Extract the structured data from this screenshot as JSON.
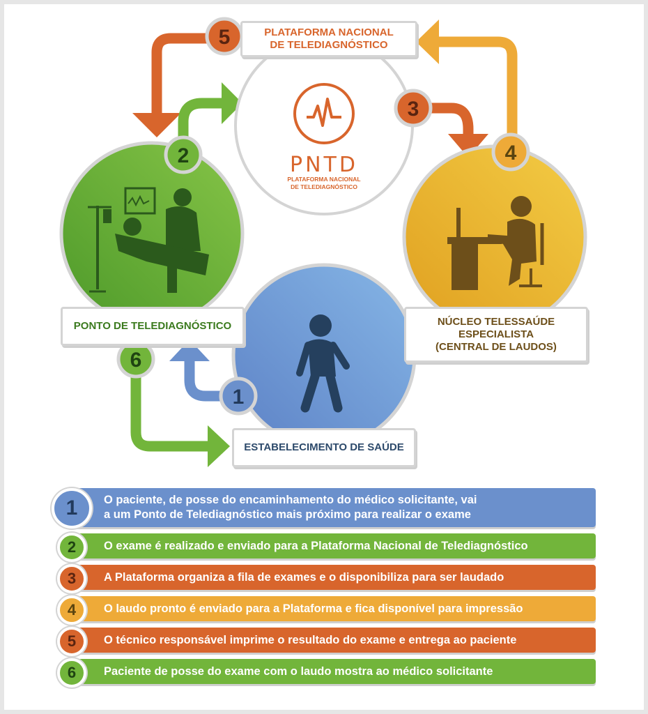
{
  "colors": {
    "orange": "#d8652c",
    "green": "#72b53b",
    "yellow": "#eeaa38",
    "blue": "#6b90cc",
    "dark_blue": "#2d4a6b"
  },
  "center": {
    "title_box": [
      "PLATAFORMA NACIONAL",
      "DE TELEDIAGNÓSTICO"
    ],
    "logo_text": "PNTD",
    "logo_sub": [
      "PLATAFORMA NACIONAL",
      "DE  TELEDIAGNÓSTICO"
    ]
  },
  "nodes": {
    "ponto": "PONTO DE TELEDIAGNÓSTICO",
    "nucleo": [
      "NÚCLEO TELESSAÚDE",
      "ESPECIALISTA",
      "(CENTRAL DE LAUDOS)"
    ],
    "estabelecimento": "ESTABELECIMENTO DE SAÚDE"
  },
  "badges": [
    "1",
    "2",
    "3",
    "4",
    "5",
    "6"
  ],
  "steps": [
    {
      "n": "1",
      "lines": [
        "O paciente, de posse do encaminhamento do médico solicitante, vai",
        "a um Ponto de Telediagnóstico mais próximo para realizar o exame"
      ]
    },
    {
      "n": "2",
      "lines": [
        "O exame é realizado e enviado para a Plataforma Nacional de Telediagnóstico"
      ]
    },
    {
      "n": "3",
      "lines": [
        "A Plataforma organiza a fila de exames e o disponibiliza para ser laudado"
      ]
    },
    {
      "n": "4",
      "lines": [
        "O laudo pronto é enviado para a Plataforma e fica disponível para impressão"
      ]
    },
    {
      "n": "5",
      "lines": [
        "O técnico responsável imprime o resultado do exame e entrega ao paciente"
      ]
    },
    {
      "n": "6",
      "lines": [
        "Paciente de posse do exame com o laudo mostra ao médico solicitante"
      ]
    }
  ]
}
